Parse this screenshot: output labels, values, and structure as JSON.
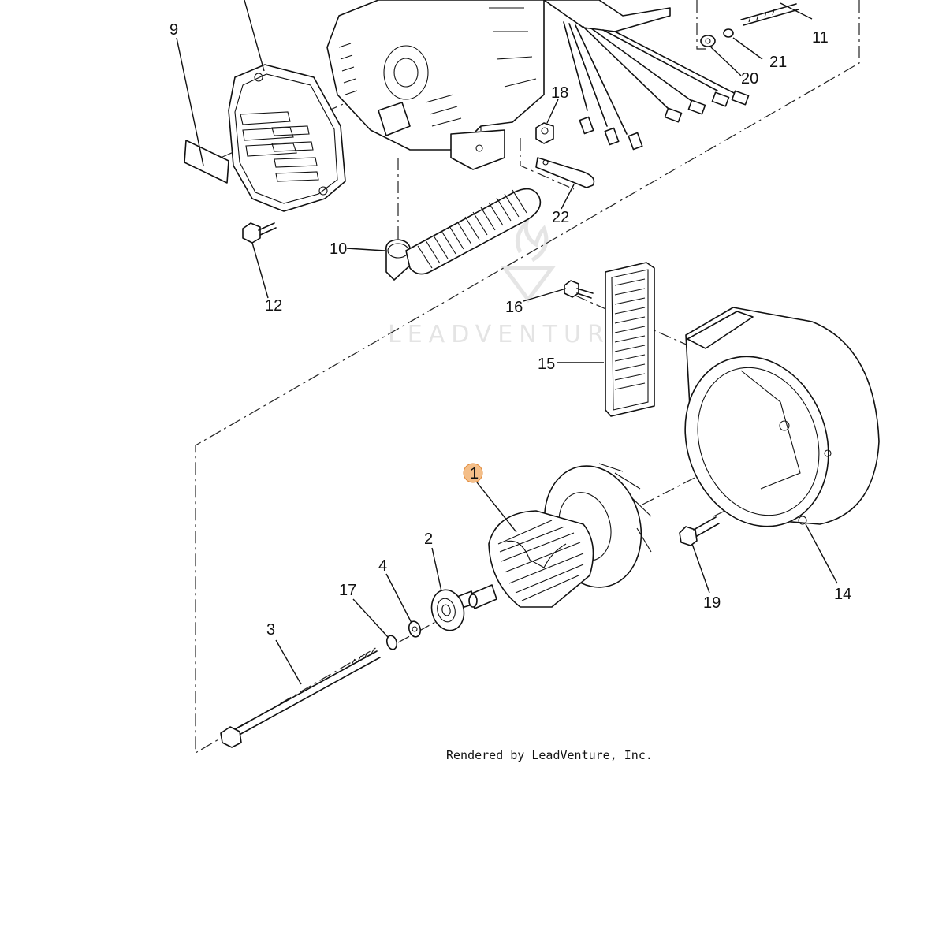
{
  "diagram": {
    "callouts": [
      {
        "id": "c1",
        "label": "1",
        "highlighted": true
      },
      {
        "id": "c2",
        "label": "2"
      },
      {
        "id": "c3",
        "label": "3"
      },
      {
        "id": "c4",
        "label": "4"
      },
      {
        "id": "c9",
        "label": "9"
      },
      {
        "id": "c10",
        "label": "10"
      },
      {
        "id": "c11",
        "label": "11"
      },
      {
        "id": "c12",
        "label": "12"
      },
      {
        "id": "c14",
        "label": "14"
      },
      {
        "id": "c15",
        "label": "15"
      },
      {
        "id": "c16",
        "label": "16"
      },
      {
        "id": "c17",
        "label": "17"
      },
      {
        "id": "c18",
        "label": "18"
      },
      {
        "id": "c19",
        "label": "19"
      },
      {
        "id": "c20",
        "label": "20"
      },
      {
        "id": "c21",
        "label": "21"
      },
      {
        "id": "c22",
        "label": "22"
      }
    ],
    "highlight_color": "#f0a860",
    "watermark": "LEADVENTURE",
    "credit": "Rendered by LeadVenture, Inc."
  }
}
